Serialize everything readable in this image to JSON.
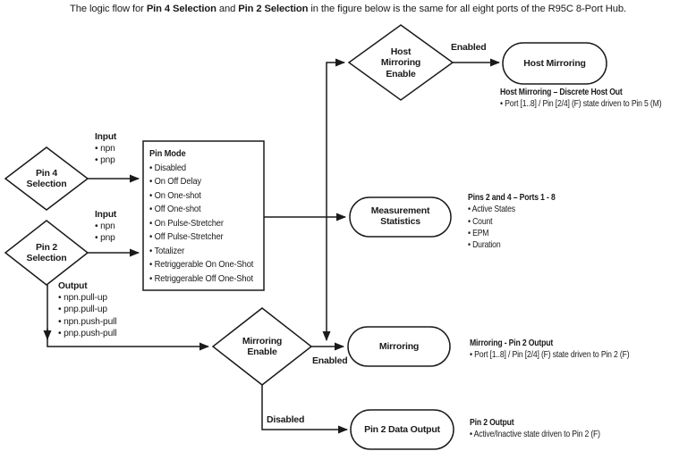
{
  "title": {
    "part1": "The logic flow for ",
    "bold1": "Pin 4 Selection",
    "part2": " and ",
    "bold2": "Pin 2 Selection",
    "part3": " in the figure below is the same for all eight ports of the R95C 8-Port Hub."
  },
  "nodes": {
    "pin4_selection": "Pin 4\nSelection",
    "pin2_selection": "Pin 2\nSelection",
    "host_mirroring_enable": "Host\nMirroring\nEnable",
    "mirroring_enable": "Mirroring\nEnable",
    "host_mirroring": "Host Mirroring",
    "measurement_statistics": "Measurement\nStatistics",
    "mirroring": "Mirroring",
    "pin2_data_output": "Pin 2 Data Output",
    "pin_mode": {
      "title": "Pin Mode",
      "items": [
        "• Disabled",
        "• On Off Delay",
        "• On One-shot",
        "• Off One-shot",
        "• On Pulse-Stretcher",
        "• Off Pulse-Stretcher",
        "• Totalizer",
        "• Retriggerable On One-Shot",
        "• Retriggerable Off One-Shot"
      ]
    }
  },
  "side_labels": {
    "pin4_input": {
      "title": "Input",
      "items": [
        "• npn",
        "• pnp"
      ]
    },
    "pin2_input": {
      "title": "Input",
      "items": [
        "• npn",
        "• pnp"
      ]
    },
    "pin2_output_modes": {
      "title": "Output",
      "items": [
        "• npn.pull-up",
        "• pnp.pull-up",
        "• npn.push-pull",
        "• pnp.push-pull"
      ]
    }
  },
  "edge_labels": {
    "host_mirroring_enabled": "Enabled",
    "mirroring_enabled": "Enabled",
    "mirroring_disabled": "Disabled"
  },
  "annotations": {
    "host_mirroring": {
      "title": "Host Mirroring – Discrete Host Out",
      "items": [
        "• Port [1..8] / Pin [2/4] (F) state driven to Pin 5 (M)"
      ]
    },
    "measurement_statistics": {
      "title": "Pins 2 and 4 – Ports 1 - 8",
      "items": [
        "• Active States",
        "• Count",
        "• EPM",
        "• Duration"
      ]
    },
    "mirroring": {
      "title": "Mirroring - Pin 2 Output",
      "items": [
        "• Port [1..8] / Pin [2/4] (F) state driven to Pin 2 (F)"
      ]
    },
    "pin2_output": {
      "title": "Pin 2 Output",
      "items": [
        "• Active/Inactive state driven to Pin 2 (F)"
      ]
    }
  },
  "colors": {
    "line": "#1a1a1a",
    "text": "#1a1a1a",
    "background": "#ffffff"
  }
}
